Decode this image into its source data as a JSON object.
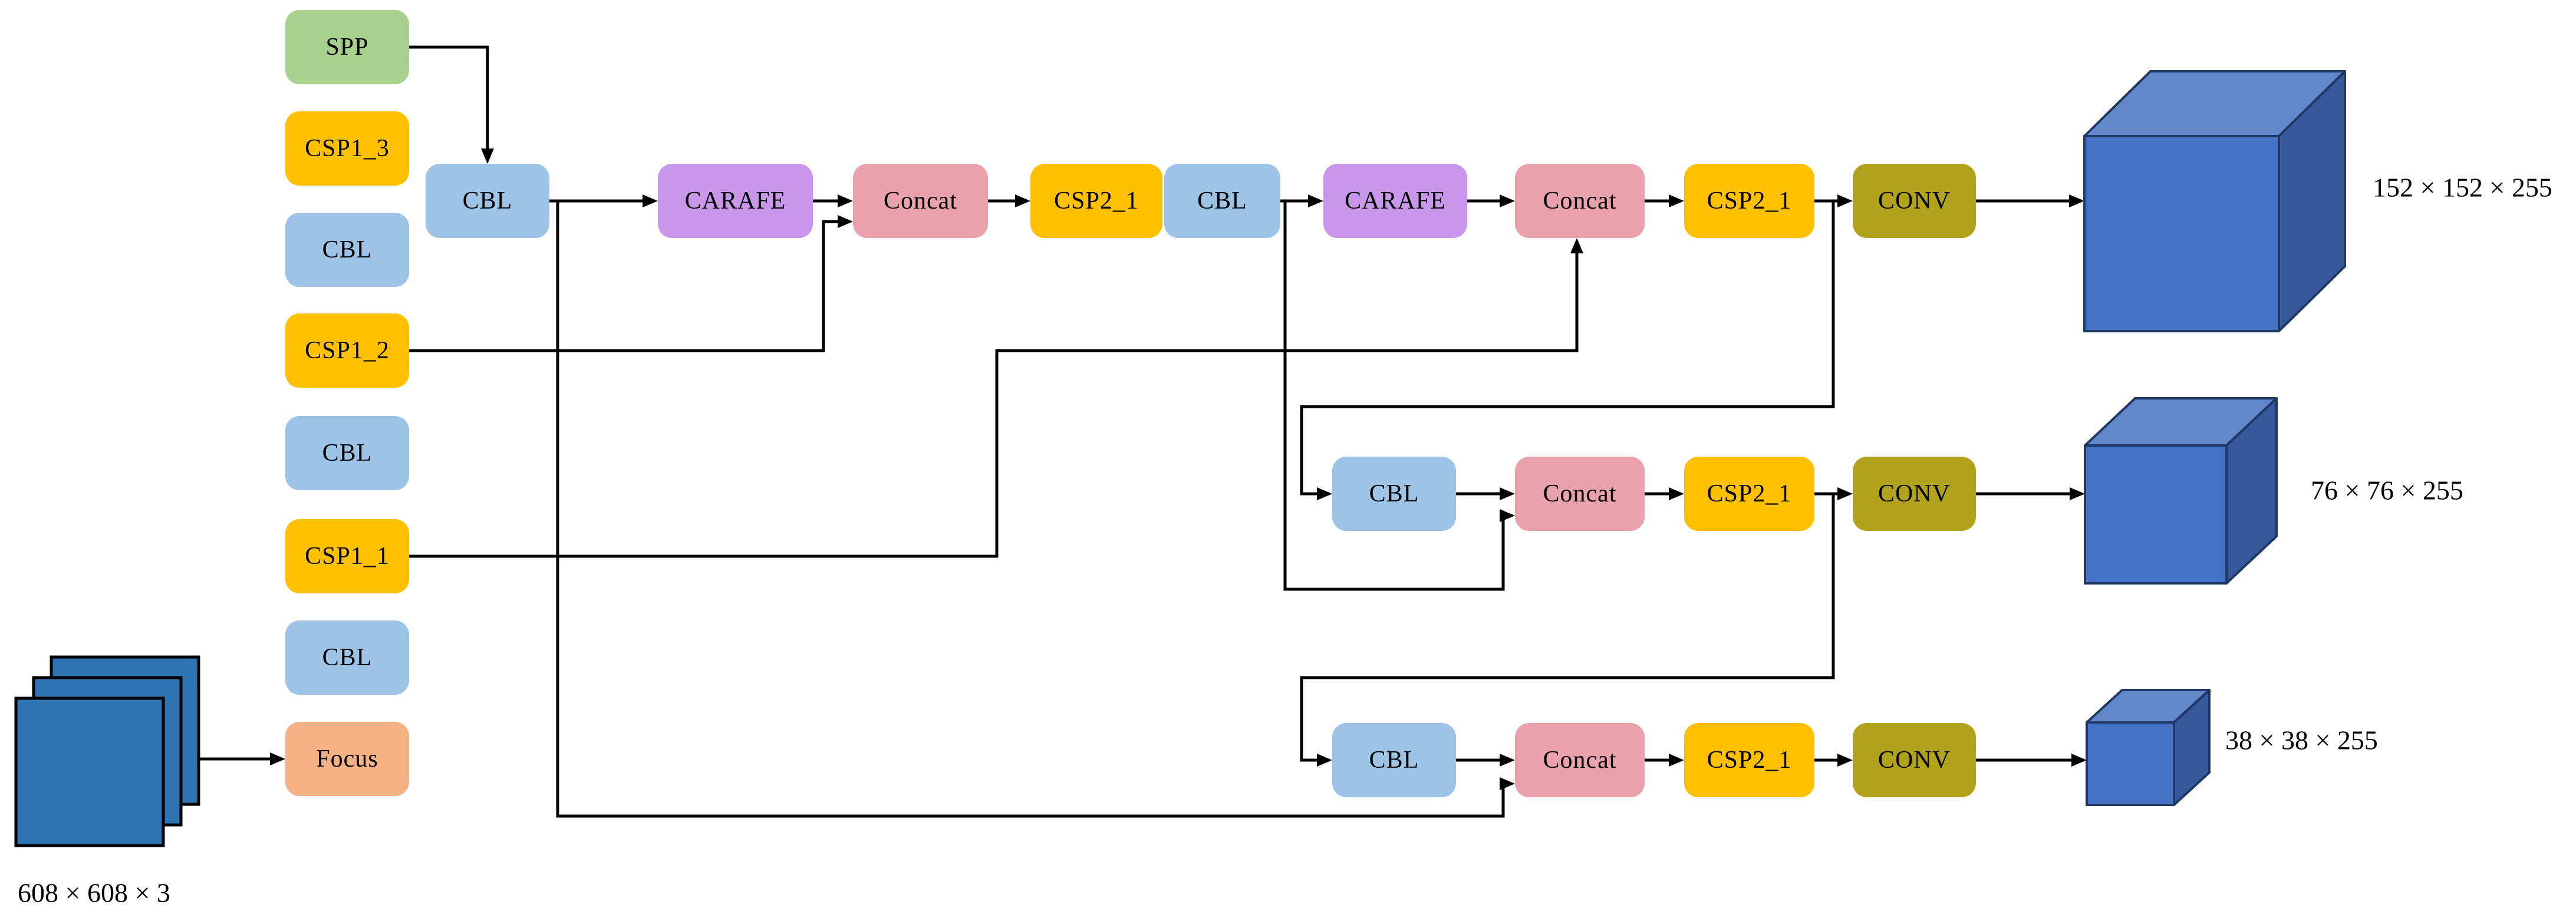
{
  "figure": {
    "type": "object-detection network architecture diagram (YOLO-style backbone + CARAFE PANet head)",
    "background": "#ffffff"
  },
  "colors": {
    "spp": "#a9d18e",
    "csp": "#ffc000",
    "cbl": "#9dc3e6",
    "focus": "#f4b183",
    "carafe": "#c897e9",
    "concat": "#e9a1ab",
    "conv": "#b1a21b",
    "cube_front": "#4472c4",
    "cube_top": "#6088cb",
    "cube_side": "#37599b",
    "cube_edge": "#1f3864",
    "input_square": "#2e74b5",
    "input_square_edge": "#000000",
    "line": "#000000"
  },
  "nodes": [
    {
      "id": "spp",
      "label": "SPP",
      "type": "spp"
    },
    {
      "id": "csp1_3",
      "label": "CSP1_3",
      "type": "csp"
    },
    {
      "id": "cbl_b1",
      "label": "CBL",
      "type": "cbl"
    },
    {
      "id": "csp1_2",
      "label": "CSP1_2",
      "type": "csp"
    },
    {
      "id": "cbl_b2",
      "label": "CBL",
      "type": "cbl"
    },
    {
      "id": "csp1_1",
      "label": "CSP1_1",
      "type": "csp"
    },
    {
      "id": "cbl_b3",
      "label": "CBL",
      "type": "cbl"
    },
    {
      "id": "focus",
      "label": "Focus",
      "type": "focus"
    },
    {
      "id": "cbl_h1",
      "label": "CBL",
      "type": "cbl"
    },
    {
      "id": "carafe1",
      "label": "CARAFE",
      "type": "carafe"
    },
    {
      "id": "concat1",
      "label": "Concat",
      "type": "concat"
    },
    {
      "id": "csp2_1a",
      "label": "CSP2_1",
      "type": "csp"
    },
    {
      "id": "cbl_h2",
      "label": "CBL",
      "type": "cbl"
    },
    {
      "id": "carafe2",
      "label": "CARAFE",
      "type": "carafe"
    },
    {
      "id": "concat2",
      "label": "Concat",
      "type": "concat"
    },
    {
      "id": "csp2_1b",
      "label": "CSP2_1",
      "type": "csp"
    },
    {
      "id": "conv1",
      "label": "CONV",
      "type": "conv"
    },
    {
      "id": "cbl_m",
      "label": "CBL",
      "type": "cbl"
    },
    {
      "id": "concat3",
      "label": "Concat",
      "type": "concat"
    },
    {
      "id": "csp2_1c",
      "label": "CSP2_1",
      "type": "csp"
    },
    {
      "id": "conv2",
      "label": "CONV",
      "type": "conv"
    },
    {
      "id": "cbl_btm",
      "label": "CBL",
      "type": "cbl"
    },
    {
      "id": "concat4",
      "label": "Concat",
      "type": "concat"
    },
    {
      "id": "csp2_1d",
      "label": "CSP2_1",
      "type": "csp"
    },
    {
      "id": "conv3",
      "label": "CONV",
      "type": "conv"
    }
  ],
  "labels": {
    "input_dims": "608 × 608 × 3",
    "output1_dims": "152 × 152 × 255",
    "output2_dims": "76 × 76 × 255",
    "output3_dims": "38 × 38 × 255"
  }
}
